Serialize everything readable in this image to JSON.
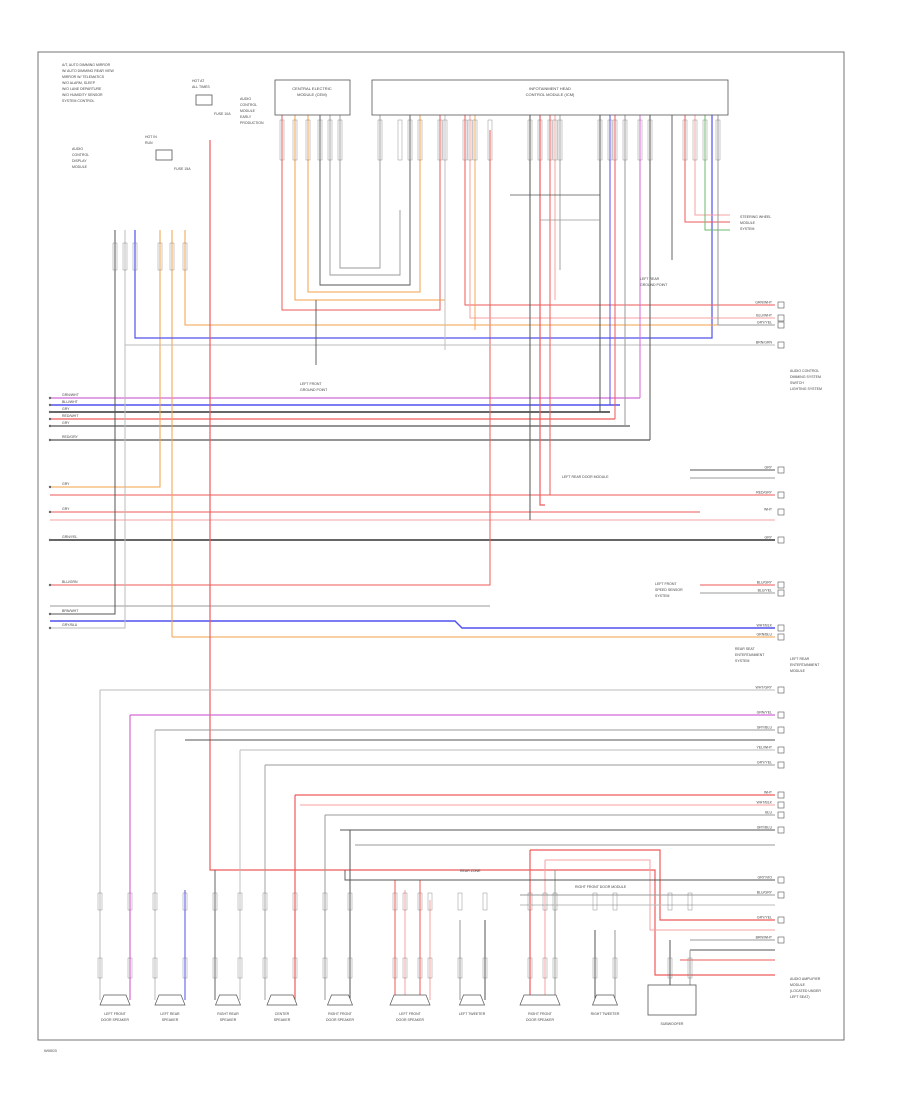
{
  "diagram": {
    "footer_code": "W0003",
    "top_left_notes": [
      "A/T, AUTO DIMMING MIRROR",
      "W/ AUTO DIMMING REAR VIEW",
      "MIRROR W/ TELEMATICS",
      "W/O ALARM, SLEEP",
      "W/O LANE DEPARTURE",
      "W/O HUMIDITY SENSOR",
      "SYSTEM CONTROL"
    ],
    "top_left_note_caption": [
      "AUDIO",
      "CONTROL",
      "DISPLAY",
      "MODULE"
    ],
    "fuse_blocks": [
      {
        "lines": [
          "HOT AT",
          "ALL TIMES"
        ]
      },
      {
        "lines": [
          "HOT IN",
          "RUN"
        ]
      }
    ],
    "fuse_labels": [
      "FUSE 10A",
      "FUSE 15A"
    ],
    "radio_notes": [
      "AUDIO",
      "CONTROL",
      "MODULE",
      "EARLY",
      "PRODUCTION"
    ],
    "module_left": {
      "lines": [
        "CENTRAL ELECTRIC",
        "MODULE (CEM)"
      ]
    },
    "module_right": {
      "lines": [
        "INFOTAINMENT HEAD",
        "CONTROL MODULE (ICM)"
      ]
    },
    "ground_labels": [
      {
        "lines": [
          "LEFT FRONT",
          "GROUND POINT"
        ]
      },
      {
        "lines": [
          "LEFT REAR",
          "GROUND POINT"
        ]
      }
    ],
    "side_notes": {
      "rear_steering_wheel": [
        "STEERING WHEEL",
        "MODULE",
        "SYSTEM"
      ],
      "dim_block": [
        "AUDIO CONTROL",
        "DIMMING SYSTEM",
        "SWITCH",
        "LIGHTING SYSTEM"
      ],
      "eng_block": [
        "LEFT FRONT",
        "SPEED SENSOR",
        "SYSTEM"
      ],
      "rear_module": [
        "REAR SEAT",
        "ENTERTAINMENT",
        "SYSTEM"
      ],
      "rear_module2": [
        "LEFT REAR",
        "ENTERTAINMENT",
        "MODULE"
      ],
      "amp_block": [
        "AUDIO AMPLIFIER",
        "MODULE",
        "(LOCATED UNDER",
        "LEFT SEAT)"
      ]
    },
    "right_labels": [
      "GRN/WHT",
      "BLU/WHT",
      "GRY/YEL",
      "BRN/GRN",
      "GRY",
      "RED/GRY",
      "WHT",
      "GRY",
      "BLU/GRY",
      "BLU/YEL",
      "WHT/BLK",
      "GRN/BLU",
      "WHT/GRY",
      "GRN/YEL",
      "GRY/BLU",
      "YEL/WHT",
      "GRY/YEL",
      "WHT",
      "WHT/BLK",
      "BLU",
      "GRY/BLU",
      "GRY/VIO",
      "BLU/GRY",
      "GRY/YEL",
      "BRN/WHT"
    ],
    "left_labels": [
      "GRN/WHT",
      "BLU/WHT",
      "GRY",
      "RED/WHT",
      "GRY",
      "RED/GRY",
      "GRY",
      "GRY",
      "GRN/YEL",
      "BLU/GRN",
      "BRN/WHT",
      "GRY/BLU"
    ],
    "mid_labels": [
      "LEFT REAR DOOR MODULE",
      "RIGHT FRONT DOOR MODULE",
      "REAR ZONE"
    ],
    "speakers": [
      {
        "lines": [
          "LEFT FRONT",
          "DOOR SPEAKER"
        ]
      },
      {
        "lines": [
          "LEFT REAR",
          "SPEAKER"
        ]
      },
      {
        "lines": [
          "RIGHT REAR",
          "SPEAKER"
        ]
      },
      {
        "lines": [
          "CENTER",
          "SPEAKER"
        ]
      },
      {
        "lines": [
          "RIGHT FRONT",
          "DOOR SPEAKER"
        ]
      },
      {
        "lines": [
          "LEFT FRONT",
          "DOOR SPEAKER"
        ]
      },
      {
        "lines": [
          "LEFT TWEETER"
        ]
      },
      {
        "lines": [
          "RIGHT FRONT",
          "DOOR SPEAKER"
        ]
      },
      {
        "lines": [
          "RIGHT TWEETER"
        ]
      },
      {
        "lines": [
          "SUBWOOFER"
        ]
      }
    ]
  }
}
